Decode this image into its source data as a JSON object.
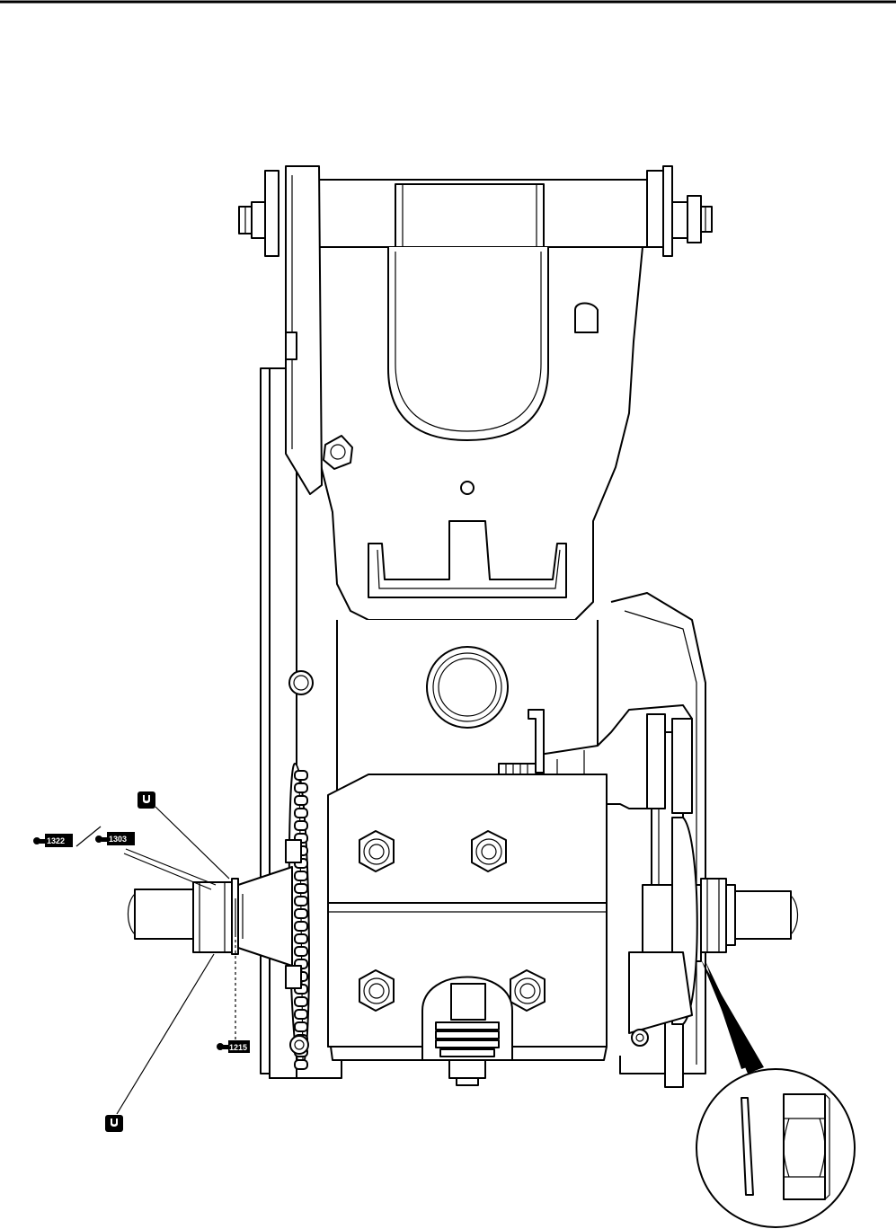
{
  "callouts": {
    "tool_1322": "1322",
    "tool_1303": "1303",
    "tool_1215": "1215"
  },
  "icons": {
    "torque_wrench": "torque-wrench-icon",
    "lubricant": "lubricant-tag-icon",
    "detail": "detail-magnifier"
  },
  "colors": {
    "ink": "#000000",
    "paper": "#ffffff"
  }
}
